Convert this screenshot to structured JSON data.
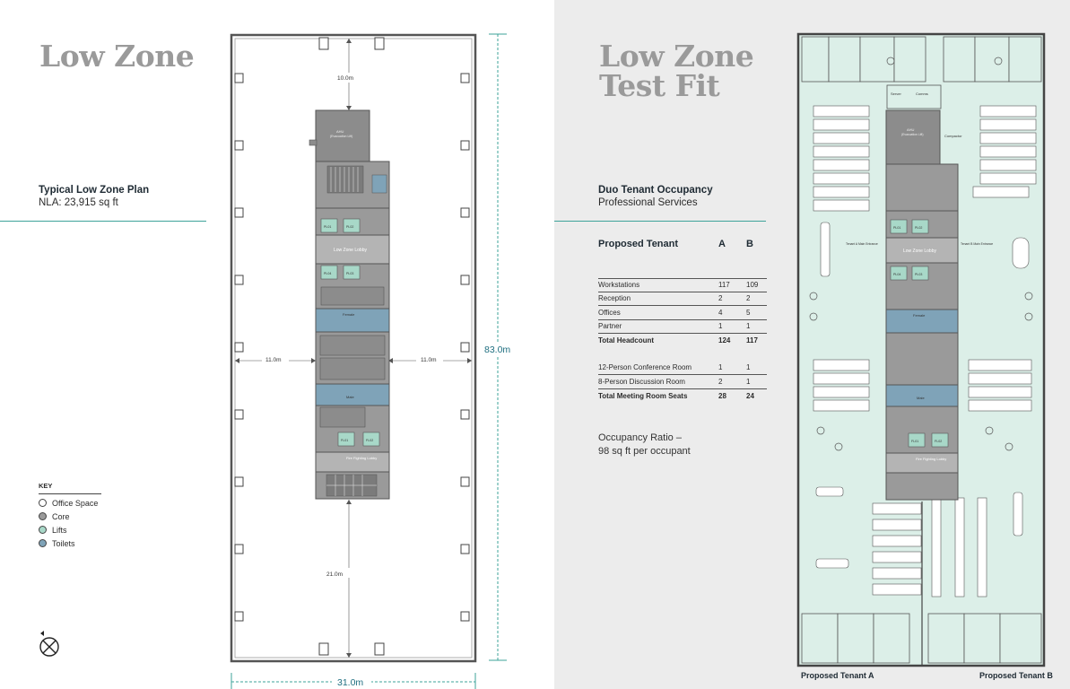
{
  "left": {
    "title": "Low Zone",
    "plan_title": "Typical Low Zone Plan",
    "plan_nla": "NLA: 23,915 sq ft",
    "key": {
      "title": "KEY",
      "items": [
        {
          "label": "Office Space",
          "color": "#ffffff"
        },
        {
          "label": "Core",
          "color": "#9a9a9a"
        },
        {
          "label": "Lifts",
          "color": "#a8d8c8"
        },
        {
          "label": "Toilets",
          "color": "#7fa3b8"
        }
      ]
    },
    "plan": {
      "dim_top": "10.0m",
      "dim_left": "11.0m",
      "dim_right": "11.0m",
      "dim_bottom": "21.0m",
      "dim_height": "83.0m",
      "dim_width": "31.0m",
      "core_labels": {
        "ahu": "AHU",
        "ahu_sub": "(Evacuation Lift)",
        "lift_1": "PL01",
        "lift_2": "PL02",
        "lift_3": "PL04",
        "lift_4": "PL03",
        "lobby": "Low Zone Lobby",
        "female": "Female",
        "male": "Male",
        "ff_lift_1": "FL01",
        "ff_lift_2": "FL02",
        "ff_lobby": "Fire Fighting Lobby"
      }
    }
  },
  "right": {
    "title_line1": "Low Zone",
    "title_line2": "Test Fit",
    "occupancy_title": "Duo Tenant Occupancy",
    "occupancy_sub": "Professional Services",
    "table": {
      "header": {
        "label": "Proposed Tenant",
        "a": "A",
        "b": "B"
      },
      "group1": [
        {
          "label": "Workstations",
          "a": "117",
          "b": "109"
        },
        {
          "label": "Reception",
          "a": "2",
          "b": "2"
        },
        {
          "label": "Offices",
          "a": "4",
          "b": "5"
        },
        {
          "label": "Partner",
          "a": "1",
          "b": "1"
        }
      ],
      "total1": {
        "label": "Total Headcount",
        "a": "124",
        "b": "117"
      },
      "group2": [
        {
          "label": "12-Person Conference Room",
          "a": "1",
          "b": "1"
        },
        {
          "label": "8-Person Discussion Room",
          "a": "2",
          "b": "1"
        }
      ],
      "total2": {
        "label": "Total Meeting Room Seats",
        "a": "28",
        "b": "24"
      }
    },
    "ratio_line1": "Occupancy Ratio –",
    "ratio_line2": "98 sq ft per occupant",
    "tenant_a": "Proposed Tenant A",
    "tenant_b": "Proposed Tenant B",
    "plan_labels": {
      "server": "Server",
      "comms": "Comms",
      "ahu": "AHU",
      "ahu_sub": "(Evacuation Lift)",
      "compactor": "Compactor",
      "lobby": "Low Zone Lobby",
      "tenant_a_entrance": "Tenant A Main Entrance",
      "tenant_b_entrance": "Tenant B Main Entrance",
      "female": "Female",
      "male": "Male",
      "ff_lobby": "Fire Fighting Lobby",
      "lift_1": "PL01",
      "lift_2": "PL02",
      "lift_3": "PL04",
      "lift_4": "PL03",
      "ff_lift_1": "FL01",
      "ff_lift_2": "FL02"
    }
  },
  "colors": {
    "accent": "#3ea39a",
    "core": "#8c8c8c",
    "lift": "#a8d8c8",
    "toilet": "#7fa3b8",
    "fitout": "#dcefe8",
    "title": "#9a9a9a"
  }
}
